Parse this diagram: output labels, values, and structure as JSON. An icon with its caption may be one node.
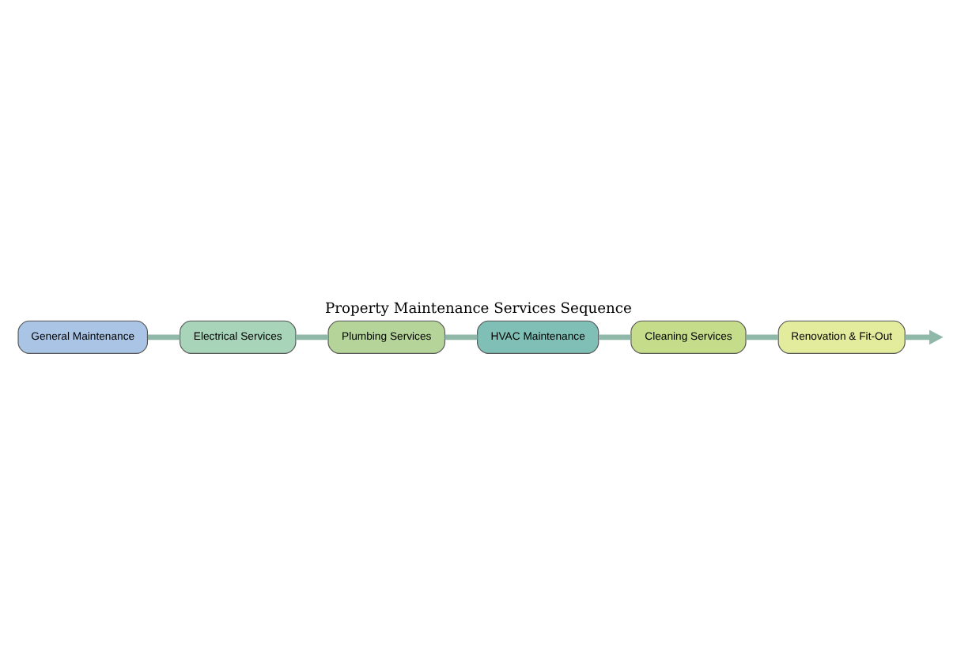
{
  "diagram": {
    "title": "Property Maintenance Services Sequence",
    "nodes": [
      {
        "text": [
          "General Maintenance"
        ]
      },
      {
        "text": [
          "Electrical Services"
        ]
      },
      {
        "text": [
          "Plumbing Services"
        ]
      },
      {
        "text": [
          "HVAC Maintenance"
        ]
      },
      {
        "text": [
          "Cleaning Services"
        ]
      },
      {
        "text": [
          "Renovation & Fit-Out"
        ]
      }
    ],
    "edges": [
      {
        "from": 0,
        "to": 1,
        "arrow": "none"
      },
      {
        "from": 1,
        "to": 2,
        "arrow": "none"
      },
      {
        "from": 2,
        "to": 3,
        "arrow": "none"
      },
      {
        "from": 3,
        "to": 4,
        "arrow": "none"
      },
      {
        "from": 4,
        "to": 5,
        "arrow": "none"
      },
      {
        "from": 5,
        "to": null,
        "arrow": "to"
      }
    ]
  }
}
